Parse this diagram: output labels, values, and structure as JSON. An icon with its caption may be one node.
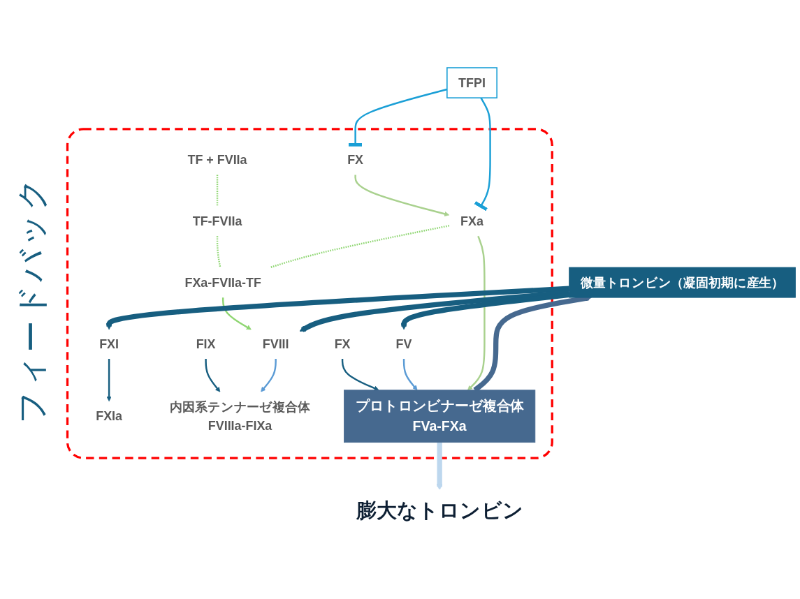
{
  "diagram": {
    "nodes": [
      {
        "text": [],
        "shape": "box"
      },
      {
        "text": [
          "TF + FVIIa"
        ],
        "in": 0
      },
      {
        "text": [
          "FXI"
        ],
        "in": 0
      },
      {
        "text": [
          "FXa-FVIIa-TF"
        ],
        "in": 0
      },
      {
        "text": [
          "FX"
        ],
        "in": 0
      },
      {
        "text": [
          "FXIa"
        ],
        "in": 0
      },
      {
        "text": [
          "TF-FVIIa"
        ],
        "in": 0
      },
      {
        "text": [
          "FIX"
        ],
        "in": 0
      },
      {
        "text": [
          "内因系テンナーゼ複合体",
          "FVIIIa-FIXa"
        ],
        "in": 0
      },
      {
        "text": [
          "FXa"
        ],
        "in": 0
      },
      {
        "text": [
          "FVIII"
        ],
        "in": 0
      },
      {
        "text": [
          "TFPI"
        ]
      },
      {
        "text": [
          "FX"
        ],
        "in": 0
      },
      {
        "text": [
          "プロトロンビナーゼ複合体",
          "FVa-FXa"
        ],
        "in": 0
      },
      {
        "text": [
          "FV"
        ],
        "in": 0
      },
      {
        "text": [
          "微量トロンビン（凝固初期に産生）"
        ]
      },
      {
        "text": [
          "膨大なトロンビン"
        ]
      }
    ],
    "edges": [
      {
        "from": 2,
        "to": 5,
        "arrow": "to"
      },
      {
        "from": 7,
        "to": 8,
        "arrow": "to"
      },
      {
        "from": 3,
        "to": 10,
        "arrow": "to",
        "color": "#8fd672"
      },
      {
        "from": 10,
        "to": 8,
        "arrow": "to",
        "color": "#5b9bd5"
      },
      {
        "from": 12,
        "to": 13,
        "arrow": "to"
      },
      {
        "from": 14,
        "to": 13,
        "arrow": "to",
        "color": "#5b9bd5"
      },
      {
        "from": 1,
        "to": 6,
        "arrow": "none",
        "style": "dashed",
        "color": "#8fd672"
      },
      {
        "from": 6,
        "to": 3,
        "arrow": "none",
        "style": "dashed",
        "color": "#8fd672"
      },
      {
        "from": 9,
        "to": 3,
        "arrow": "none",
        "style": "dashed",
        "color": "#8fd672"
      },
      {
        "from": 4,
        "to": 9,
        "arrow": "to",
        "color": "#a9d18e"
      },
      {
        "from": 9,
        "to": 13,
        "arrow": "to",
        "color": "#a9d18e"
      },
      {
        "from": 11,
        "to": 9,
        "arrow": "other",
        "color": "#1a9fd6"
      },
      {
        "from": 11,
        "to": 4,
        "arrow": "other",
        "color": "#1a9fd6"
      },
      {
        "from": 15,
        "to": 2,
        "arrow": "to",
        "style": "thick"
      },
      {
        "from": 15,
        "to": 10,
        "arrow": "to",
        "style": "thick"
      },
      {
        "from": 15,
        "to": 14,
        "arrow": "to",
        "style": "thick"
      },
      {
        "from": 13,
        "to": 15,
        "arrow": "to",
        "style": "thick",
        "color": "#46698f"
      },
      {
        "from": 13,
        "to": 16,
        "arrow": "to",
        "style": "thick",
        "color": "#bdd7ee"
      }
    ],
    "labels": [
      "フィードバック"
    ]
  }
}
